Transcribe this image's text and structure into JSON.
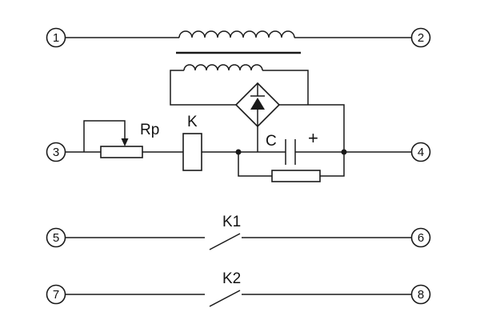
{
  "colors": {
    "line": "#1a1a1a",
    "background": "#ffffff"
  },
  "terminals": [
    "1",
    "2",
    "3",
    "4",
    "5",
    "6",
    "7",
    "8"
  ],
  "labels": {
    "potentiometer": "Rp",
    "relay_coil": "K",
    "capacitor": "C",
    "polarity": "+",
    "contact1": "K1",
    "contact2": "K2"
  }
}
